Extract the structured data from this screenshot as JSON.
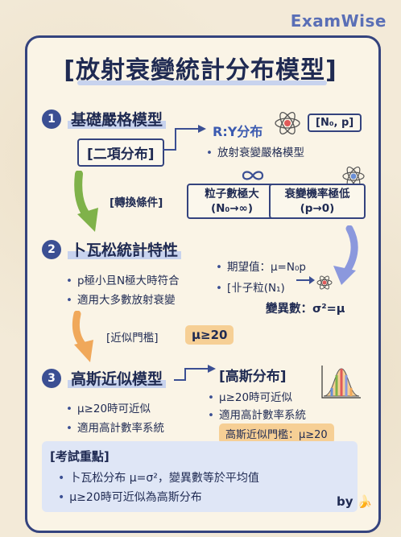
{
  "brand": "ExamWise",
  "title": "[放射衰變統計分布模型]",
  "section1": {
    "num": "1",
    "heading": "基礎嚴格模型",
    "box": "[二項分布]",
    "right_title": "R:Y分布",
    "right_tag": "[N₀, p]",
    "right_bullet": "放射衰變嚴格模型"
  },
  "conditions": {
    "label": "[轉換條件]",
    "left_box_line1": "粒子數極大",
    "left_box_line2": "(N₀→∞)",
    "right_box_line1": "衰變機率極低",
    "right_box_line2": "(p→0)"
  },
  "section2": {
    "num": "2",
    "heading": "卜瓦松統計特性",
    "bullets": [
      "p極小且N極大時符合",
      "適用大多數放射衰變"
    ],
    "right_bullets": [
      "期望值：μ=N₀p",
      "[卝子粒(N₁)"
    ],
    "variance": "變異數：σ²=μ"
  },
  "approx": {
    "label": "[近似門檻]",
    "value": "μ≥20"
  },
  "section3": {
    "num": "3",
    "heading": "高斯近似模型",
    "bullets": [
      "μ≥20時可近似",
      "適用高計數率系統"
    ],
    "right_title": "[高斯分布]",
    "right_bullets": [
      "μ≥20時可近似",
      "適用高計數率系統"
    ],
    "threshold": "高斯近似門檻：μ≥20"
  },
  "exam": {
    "title": "[考試重點]",
    "points": [
      "卜瓦松分布 μ=σ²，變異數等於平均值",
      "μ≥20時可近似為高斯分布"
    ]
  },
  "footer": "by 🍌",
  "icons": [
    "atom-icon",
    "infinity-icon",
    "bell-curve-icon",
    "arrow-icon"
  ]
}
